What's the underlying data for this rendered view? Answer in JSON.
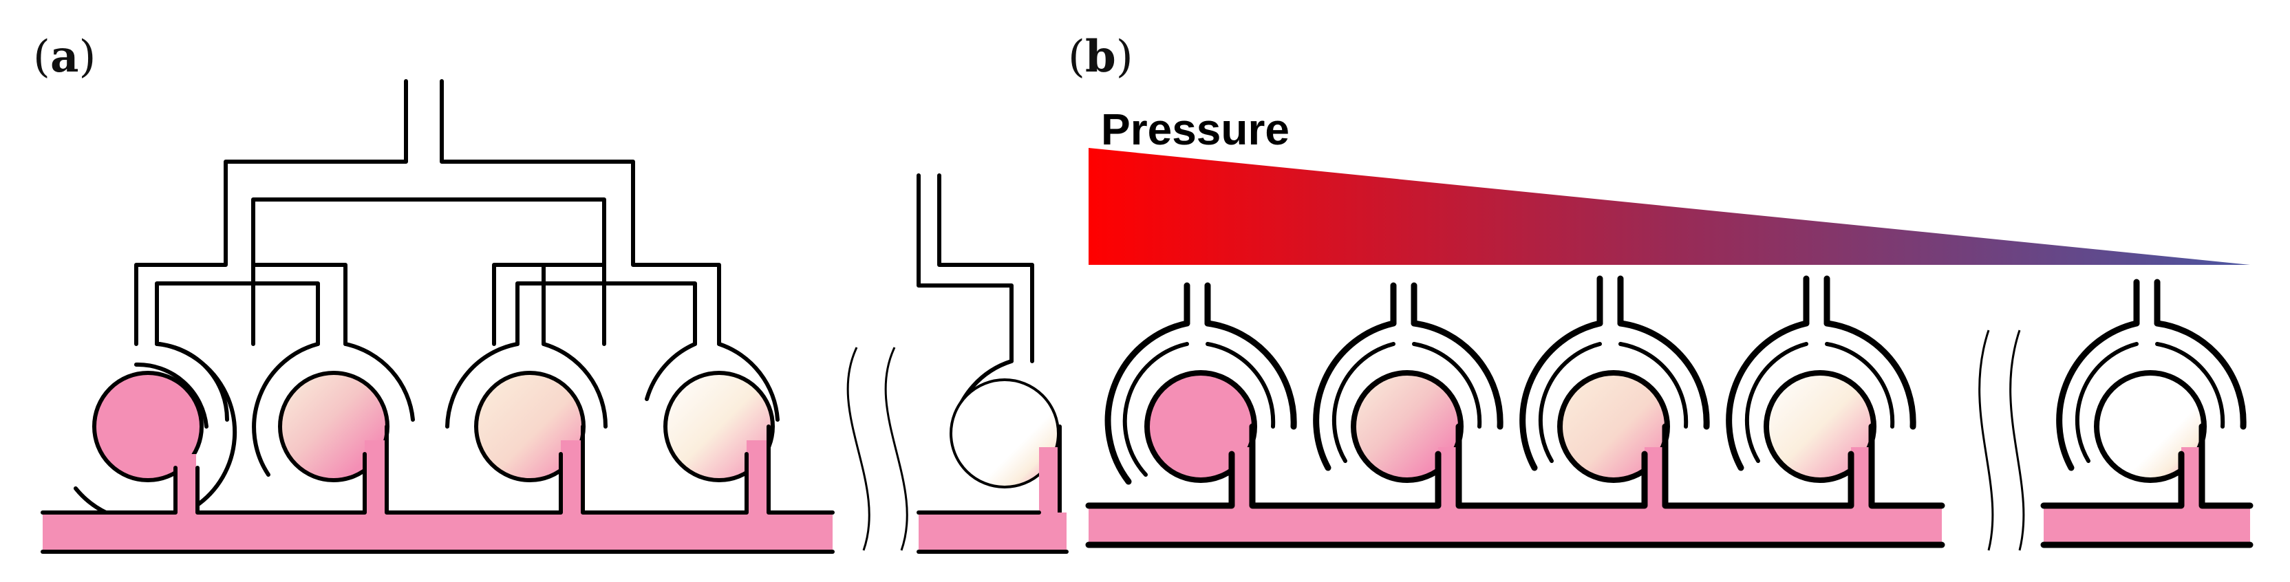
{
  "panels": {
    "a": {
      "label_open": "(",
      "label_letter": "a",
      "label_close": ")"
    },
    "b": {
      "label_open": "(",
      "label_letter": "b",
      "label_close": ")",
      "pressure_label": "Pressure"
    }
  },
  "colors": {
    "pink": "#f48fb5",
    "pink_light": "#f5c6c6",
    "cream": "#fbeedd",
    "gradient_start": "#ff0000",
    "gradient_end": "#4c55a0",
    "wall": "#000000"
  }
}
